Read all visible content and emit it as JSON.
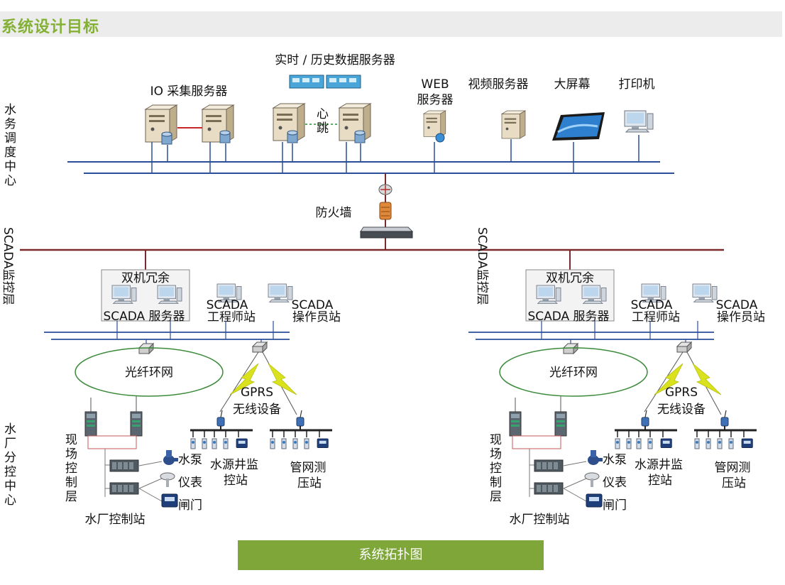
{
  "header": {
    "title": "系统设计目标"
  },
  "layers": {
    "dispatch_center": "水务调度中心",
    "scada_layer": "SCADA监控层",
    "branch_center": "水厂分控中心"
  },
  "dispatch": {
    "io_servers": "IO 采集服务器",
    "history_servers": "实时 / 历史数据服务器",
    "heartbeat": "心跳",
    "web_server_1": "WEB",
    "web_server_2": "服务器",
    "video_server": "视频服务器",
    "big_screen": "大屏幕",
    "printer": "打印机",
    "firewall": "防火墙"
  },
  "sites": [
    {
      "redundancy": "双机冗余",
      "scada_servers": "SCADA 服务器",
      "engineer_1": "SCADA",
      "engineer_2": "工程师站",
      "operator_1": "SCADA",
      "operator_2": "操作员站",
      "fiber_ring": "光纤环网",
      "gprs": "GPRS",
      "wireless": "无线设备",
      "field_control": "现场控制层",
      "pump": "水泵",
      "meter": "仪表",
      "valve": "闸门",
      "plant_station": "水厂控制站",
      "well_station_1": "水源井监",
      "well_station_2": "控站",
      "pipe_station_1": "管网测",
      "pipe_station_2": "压站"
    },
    {
      "redundancy": "双机冗余",
      "scada_servers": "SCADA 服务器",
      "engineer_1": "SCADA",
      "engineer_2": "工程师站",
      "operator_1": "SCADA",
      "operator_2": "操作员站",
      "fiber_ring": "光纤环网",
      "gprs": "GPRS",
      "wireless": "无线设备",
      "field_control": "现场控制层",
      "pump": "水泵",
      "meter": "仪表",
      "valve": "闸门",
      "plant_station": "水厂控制站",
      "well_station_1": "水源井监",
      "well_station_2": "控站",
      "pipe_station_1": "管网测",
      "pipe_station_2": "压站"
    }
  ],
  "footer": {
    "caption": "系统拓扑图"
  },
  "colors": {
    "accent": "#84b135",
    "caption_bg": "#7ea638",
    "bus_blue": "#2a4e9a",
    "bus_brown": "#7a2a2a",
    "lightning": "#d9e21c",
    "link_red": "#c62828",
    "link_green": "#2e8b3a"
  }
}
